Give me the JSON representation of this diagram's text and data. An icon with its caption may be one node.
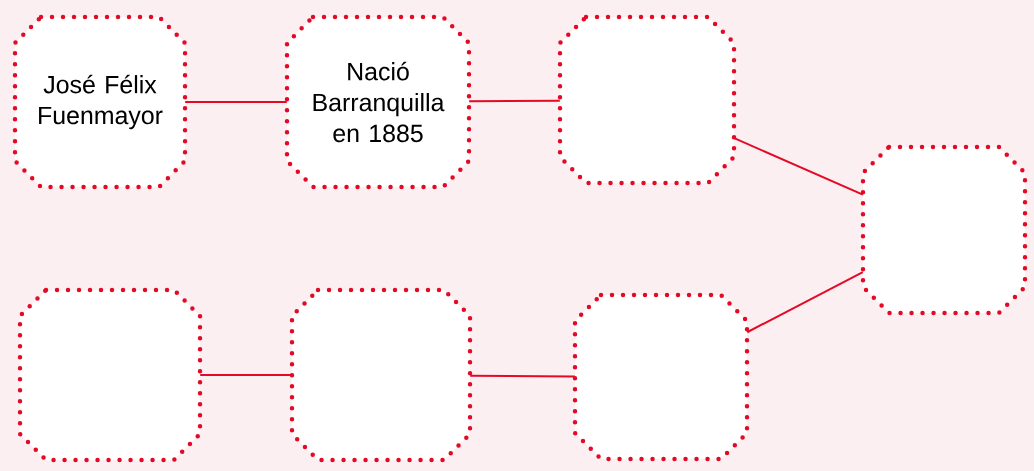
{
  "diagram": {
    "nodes": [
      {
        "text": [
          "José Félix Fuenmayor"
        ]
      },
      {
        "text": [
          "Nació Barranquilla en 1885"
        ]
      },
      {
        "text": [],
        "shape": "octagon"
      },
      {
        "text": [],
        "shape": "octagon"
      },
      {
        "text": [],
        "shape": "octagon"
      },
      {
        "text": [],
        "shape": "octagon"
      },
      {
        "text": [],
        "shape": "octagon"
      }
    ],
    "edges": [
      {
        "from": 0,
        "to": 1,
        "arrow": "none"
      },
      {
        "from": 1,
        "to": 2,
        "arrow": "none"
      },
      {
        "from": 2,
        "to": 3,
        "arrow": "none"
      },
      {
        "from": 4,
        "to": 5,
        "arrow": "none"
      },
      {
        "from": 5,
        "to": 6,
        "arrow": "none"
      },
      {
        "from": 6,
        "to": 3,
        "arrow": "none"
      }
    ]
  }
}
